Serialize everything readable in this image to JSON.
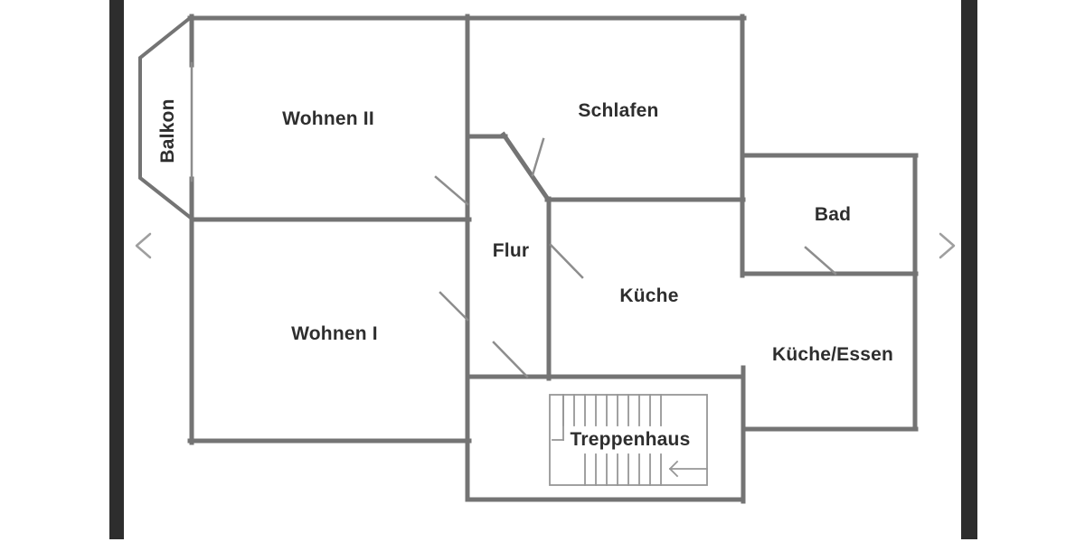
{
  "viewer": {
    "nav": {
      "prev_icon": "chevron-left",
      "next_icon": "chevron-right"
    }
  },
  "floorplan": {
    "rooms": [
      {
        "id": "balkon",
        "label": "Balkon"
      },
      {
        "id": "wohnen2",
        "label": "Wohnen II"
      },
      {
        "id": "schlafen",
        "label": "Schlafen"
      },
      {
        "id": "flur",
        "label": "Flur"
      },
      {
        "id": "wohnen1",
        "label": "Wohnen I"
      },
      {
        "id": "kueche",
        "label": "Küche"
      },
      {
        "id": "bad",
        "label": "Bad"
      },
      {
        "id": "kueche_essen",
        "label": "Küche/Essen"
      },
      {
        "id": "treppenhaus",
        "label": "Treppenhaus"
      }
    ]
  },
  "colors": {
    "wall": "#747474",
    "thin_line": "#8d8d8d",
    "stair_line": "#979797",
    "text": "#2e2e2e",
    "side_bar": "#2d2d2d",
    "chevron": "#9f9f9f",
    "background": "#ffffff"
  }
}
